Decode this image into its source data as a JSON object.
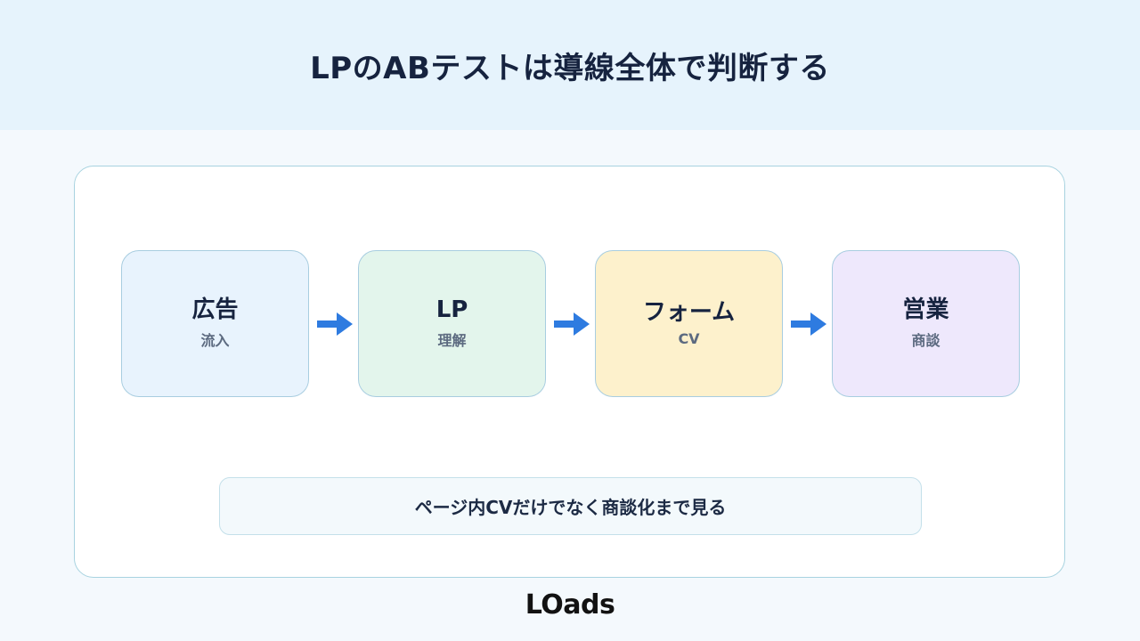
{
  "header": {
    "title": "LPのABテストは導線全体で判断する"
  },
  "flow": {
    "steps": [
      {
        "title": "広告",
        "sub": "流入",
        "color": "#e8f3fd"
      },
      {
        "title": "LP",
        "sub": "理解",
        "color": "#e3f5ec"
      },
      {
        "title": "フォーム",
        "sub": "CV",
        "color": "#fdf1cc"
      },
      {
        "title": "営業",
        "sub": "商談",
        "color": "#eee8fc"
      }
    ],
    "arrow_color": "#2e7be0",
    "arrow_icon": "arrow-right-icon"
  },
  "note": {
    "text": "ページ内CVだけでなく商談化まで見る"
  },
  "brand": {
    "logo": "LOads"
  }
}
